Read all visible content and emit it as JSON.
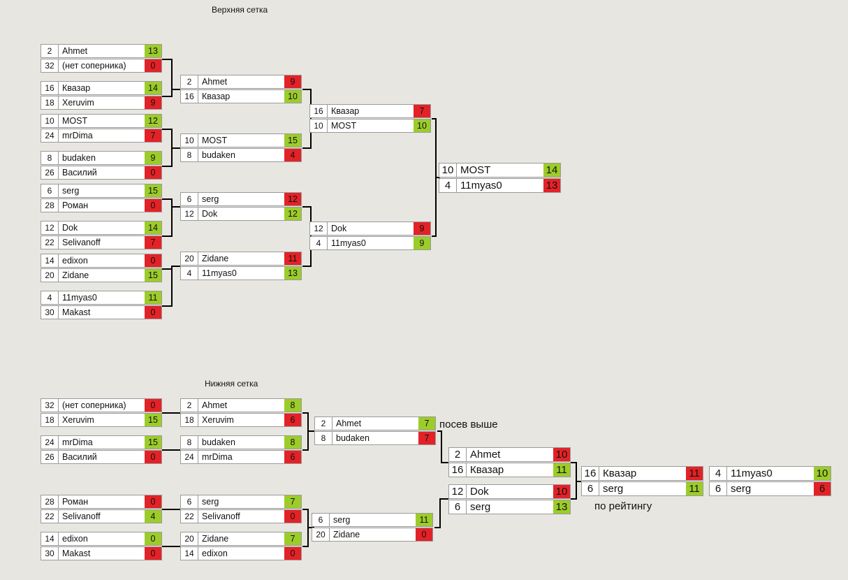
{
  "upper": {
    "title": "Верхняя сетка",
    "round1": [
      [
        {
          "seed": "2",
          "name": "Ahmet",
          "score": "13",
          "win": true
        },
        {
          "seed": "32",
          "name": "(нет соперника)",
          "score": "0",
          "win": false
        }
      ],
      [
        {
          "seed": "16",
          "name": "Квазар",
          "score": "14",
          "win": true
        },
        {
          "seed": "18",
          "name": "Xeruvim",
          "score": "9",
          "win": false
        }
      ],
      [
        {
          "seed": "10",
          "name": "MOST",
          "score": "12",
          "win": true
        },
        {
          "seed": "24",
          "name": "mrDima",
          "score": "7",
          "win": false
        }
      ],
      [
        {
          "seed": "8",
          "name": "budaken",
          "score": "9",
          "win": true
        },
        {
          "seed": "26",
          "name": "Василий",
          "score": "0",
          "win": false
        }
      ],
      [
        {
          "seed": "6",
          "name": "serg",
          "score": "15",
          "win": true
        },
        {
          "seed": "28",
          "name": "Роман",
          "score": "0",
          "win": false
        }
      ],
      [
        {
          "seed": "12",
          "name": "Dok",
          "score": "14",
          "win": true
        },
        {
          "seed": "22",
          "name": "Selivanoff",
          "score": "7",
          "win": false
        }
      ],
      [
        {
          "seed": "14",
          "name": "edixon",
          "score": "0",
          "win": false
        },
        {
          "seed": "20",
          "name": "Zidane",
          "score": "15",
          "win": true
        }
      ],
      [
        {
          "seed": "4",
          "name": "11myas0",
          "score": "11",
          "win": true
        },
        {
          "seed": "30",
          "name": "Makast",
          "score": "0",
          "win": false
        }
      ]
    ],
    "round2": [
      [
        {
          "seed": "2",
          "name": "Ahmet",
          "score": "9",
          "win": false
        },
        {
          "seed": "16",
          "name": "Квазар",
          "score": "10",
          "win": true
        }
      ],
      [
        {
          "seed": "10",
          "name": "MOST",
          "score": "15",
          "win": true
        },
        {
          "seed": "8",
          "name": "budaken",
          "score": "4",
          "win": false
        }
      ],
      [
        {
          "seed": "6",
          "name": "serg",
          "score": "12",
          "win": false
        },
        {
          "seed": "12",
          "name": "Dok",
          "score": "12",
          "win": true
        }
      ],
      [
        {
          "seed": "20",
          "name": "Zidane",
          "score": "11",
          "win": false
        },
        {
          "seed": "4",
          "name": "11myas0",
          "score": "13",
          "win": true
        }
      ]
    ],
    "round3": [
      [
        {
          "seed": "16",
          "name": "Квазар",
          "score": "7",
          "win": false
        },
        {
          "seed": "10",
          "name": "MOST",
          "score": "10",
          "win": true
        }
      ],
      [
        {
          "seed": "12",
          "name": "Dok",
          "score": "9",
          "win": false
        },
        {
          "seed": "4",
          "name": "11myas0",
          "score": "9",
          "win": true
        }
      ]
    ],
    "final": [
      {
        "seed": "10",
        "name": "MOST",
        "score": "14",
        "win": true
      },
      {
        "seed": "4",
        "name": "11myas0",
        "score": "13",
        "win": false
      }
    ]
  },
  "lower": {
    "title": "Нижняя сетка",
    "r1": [
      [
        {
          "seed": "32",
          "name": "(нет соперника)",
          "score": "0",
          "win": false
        },
        {
          "seed": "18",
          "name": "Xeruvim",
          "score": "15",
          "win": true
        }
      ],
      [
        {
          "seed": "24",
          "name": "mrDima",
          "score": "15",
          "win": true
        },
        {
          "seed": "26",
          "name": "Василий",
          "score": "0",
          "win": false
        }
      ],
      [
        {
          "seed": "28",
          "name": "Роман",
          "score": "0",
          "win": false
        },
        {
          "seed": "22",
          "name": "Selivanoff",
          "score": "4",
          "win": true
        }
      ],
      [
        {
          "seed": "14",
          "name": "edixon",
          "score": "0",
          "win": true
        },
        {
          "seed": "30",
          "name": "Makast",
          "score": "0",
          "win": false
        }
      ]
    ],
    "r2": [
      [
        {
          "seed": "2",
          "name": "Ahmet",
          "score": "8",
          "win": true
        },
        {
          "seed": "18",
          "name": "Xeruvim",
          "score": "6",
          "win": false
        }
      ],
      [
        {
          "seed": "8",
          "name": "budaken",
          "score": "8",
          "win": true
        },
        {
          "seed": "24",
          "name": "mrDima",
          "score": "6",
          "win": false
        }
      ],
      [
        {
          "seed": "6",
          "name": "serg",
          "score": "7",
          "win": true
        },
        {
          "seed": "22",
          "name": "Selivanoff",
          "score": "0",
          "win": false
        }
      ],
      [
        {
          "seed": "20",
          "name": "Zidane",
          "score": "7",
          "win": true
        },
        {
          "seed": "14",
          "name": "edixon",
          "score": "0",
          "win": false
        }
      ]
    ],
    "r3": [
      [
        {
          "seed": "2",
          "name": "Ahmet",
          "score": "7",
          "win": true
        },
        {
          "seed": "8",
          "name": "budaken",
          "score": "7",
          "win": false
        }
      ],
      [
        {
          "seed": "6",
          "name": "serg",
          "score": "11",
          "win": true
        },
        {
          "seed": "20",
          "name": "Zidane",
          "score": "0",
          "win": false
        }
      ]
    ],
    "r4": [
      [
        {
          "seed": "2",
          "name": "Ahmet",
          "score": "10",
          "win": false
        },
        {
          "seed": "16",
          "name": "Квазар",
          "score": "11",
          "win": true
        }
      ],
      [
        {
          "seed": "12",
          "name": "Dok",
          "score": "10",
          "win": false
        },
        {
          "seed": "6",
          "name": "serg",
          "score": "13",
          "win": true
        }
      ]
    ],
    "r5": [
      {
        "seed": "16",
        "name": "Квазар",
        "score": "11",
        "win": false
      },
      {
        "seed": "6",
        "name": "serg",
        "score": "11",
        "win": true
      }
    ],
    "r6": [
      {
        "seed": "4",
        "name": "11myas0",
        "score": "10",
        "win": true
      },
      {
        "seed": "6",
        "name": "serg",
        "score": "6",
        "win": false
      }
    ],
    "note_seed": "посев выше",
    "note_rating": "по рейтингу"
  }
}
